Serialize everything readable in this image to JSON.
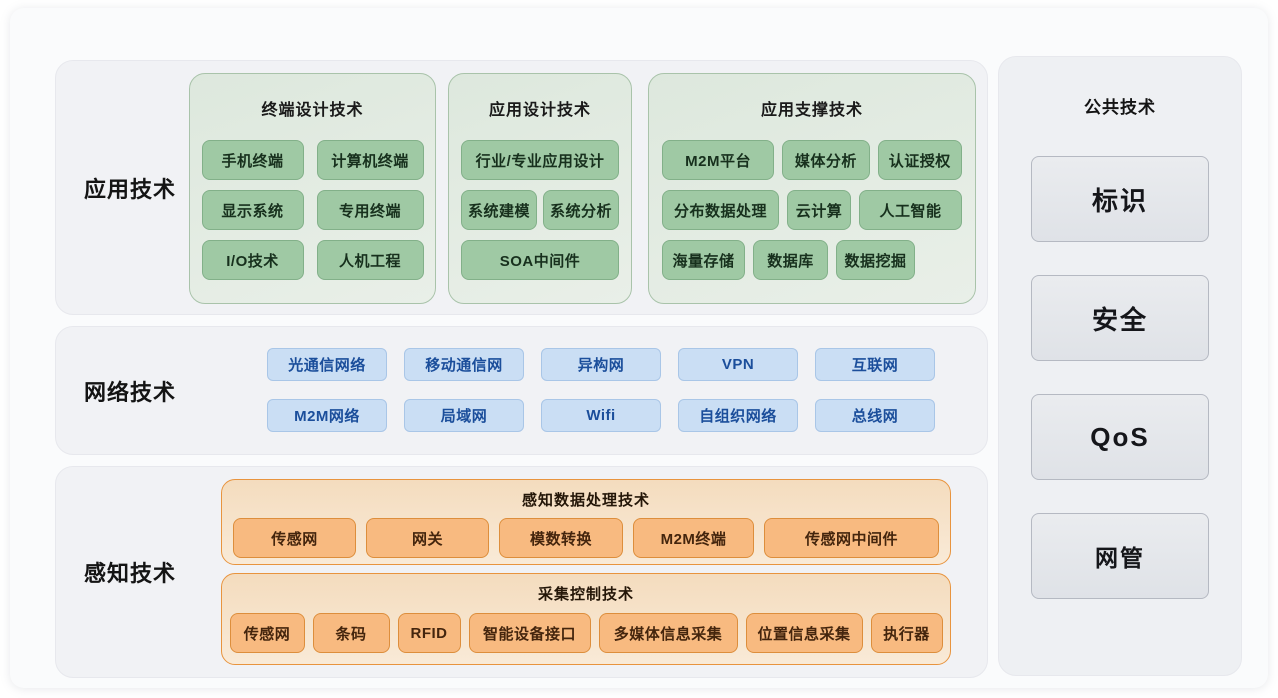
{
  "palette": {
    "canvas_bg": "#fafbfc",
    "section_bg": "#f1f2f5",
    "green_container": "#e3ece3",
    "green_chip": "#9fc9a4",
    "green_chip_border": "#82b089",
    "blue_chip": "#cadef4",
    "blue_text": "#1b4e9b",
    "orange_container": "#f6e2c8",
    "orange_container_border": "#e8943e",
    "orange_chip": "#f8ba80",
    "gray_box": "#e4e6ea",
    "label_text": "#141414"
  },
  "sections": {
    "application": {
      "label": "应用技术",
      "groups": [
        {
          "title": "终端设计技术",
          "items": [
            "手机终端",
            "计算机终端",
            "显示系统",
            "专用终端",
            "I/O技术",
            "人机工程"
          ]
        },
        {
          "title": "应用设计技术",
          "items": [
            "行业/专业应用设计",
            "系统建模",
            "系统分析",
            "SOA中间件"
          ]
        },
        {
          "title": "应用支撑技术",
          "items": [
            "M2M平台",
            "媒体分析",
            "认证授权",
            "分布数据处理",
            "云计算",
            "人工智能",
            "海量存储",
            "数据库",
            "数据挖掘"
          ]
        }
      ]
    },
    "network": {
      "label": "网络技术",
      "rows": [
        [
          "光通信网络",
          "移动通信网",
          "异构网",
          "VPN",
          "互联网"
        ],
        [
          "M2M网络",
          "局域网",
          "Wifi",
          "自组织网络",
          "总线网"
        ]
      ]
    },
    "perception": {
      "label": "感知技术",
      "groups": [
        {
          "title": "感知数据处理技术",
          "items": [
            "传感网",
            "网关",
            "模数转换",
            "M2M终端",
            "传感网中间件"
          ]
        },
        {
          "title": "采集控制技术",
          "items": [
            "传感网",
            "条码",
            "RFID",
            "智能设备接口",
            "多媒体信息采集",
            "位置信息采集",
            "执行器"
          ]
        }
      ]
    },
    "common": {
      "title": "公共技术",
      "items": [
        "标识",
        "安全",
        "QoS",
        "网管"
      ]
    }
  }
}
